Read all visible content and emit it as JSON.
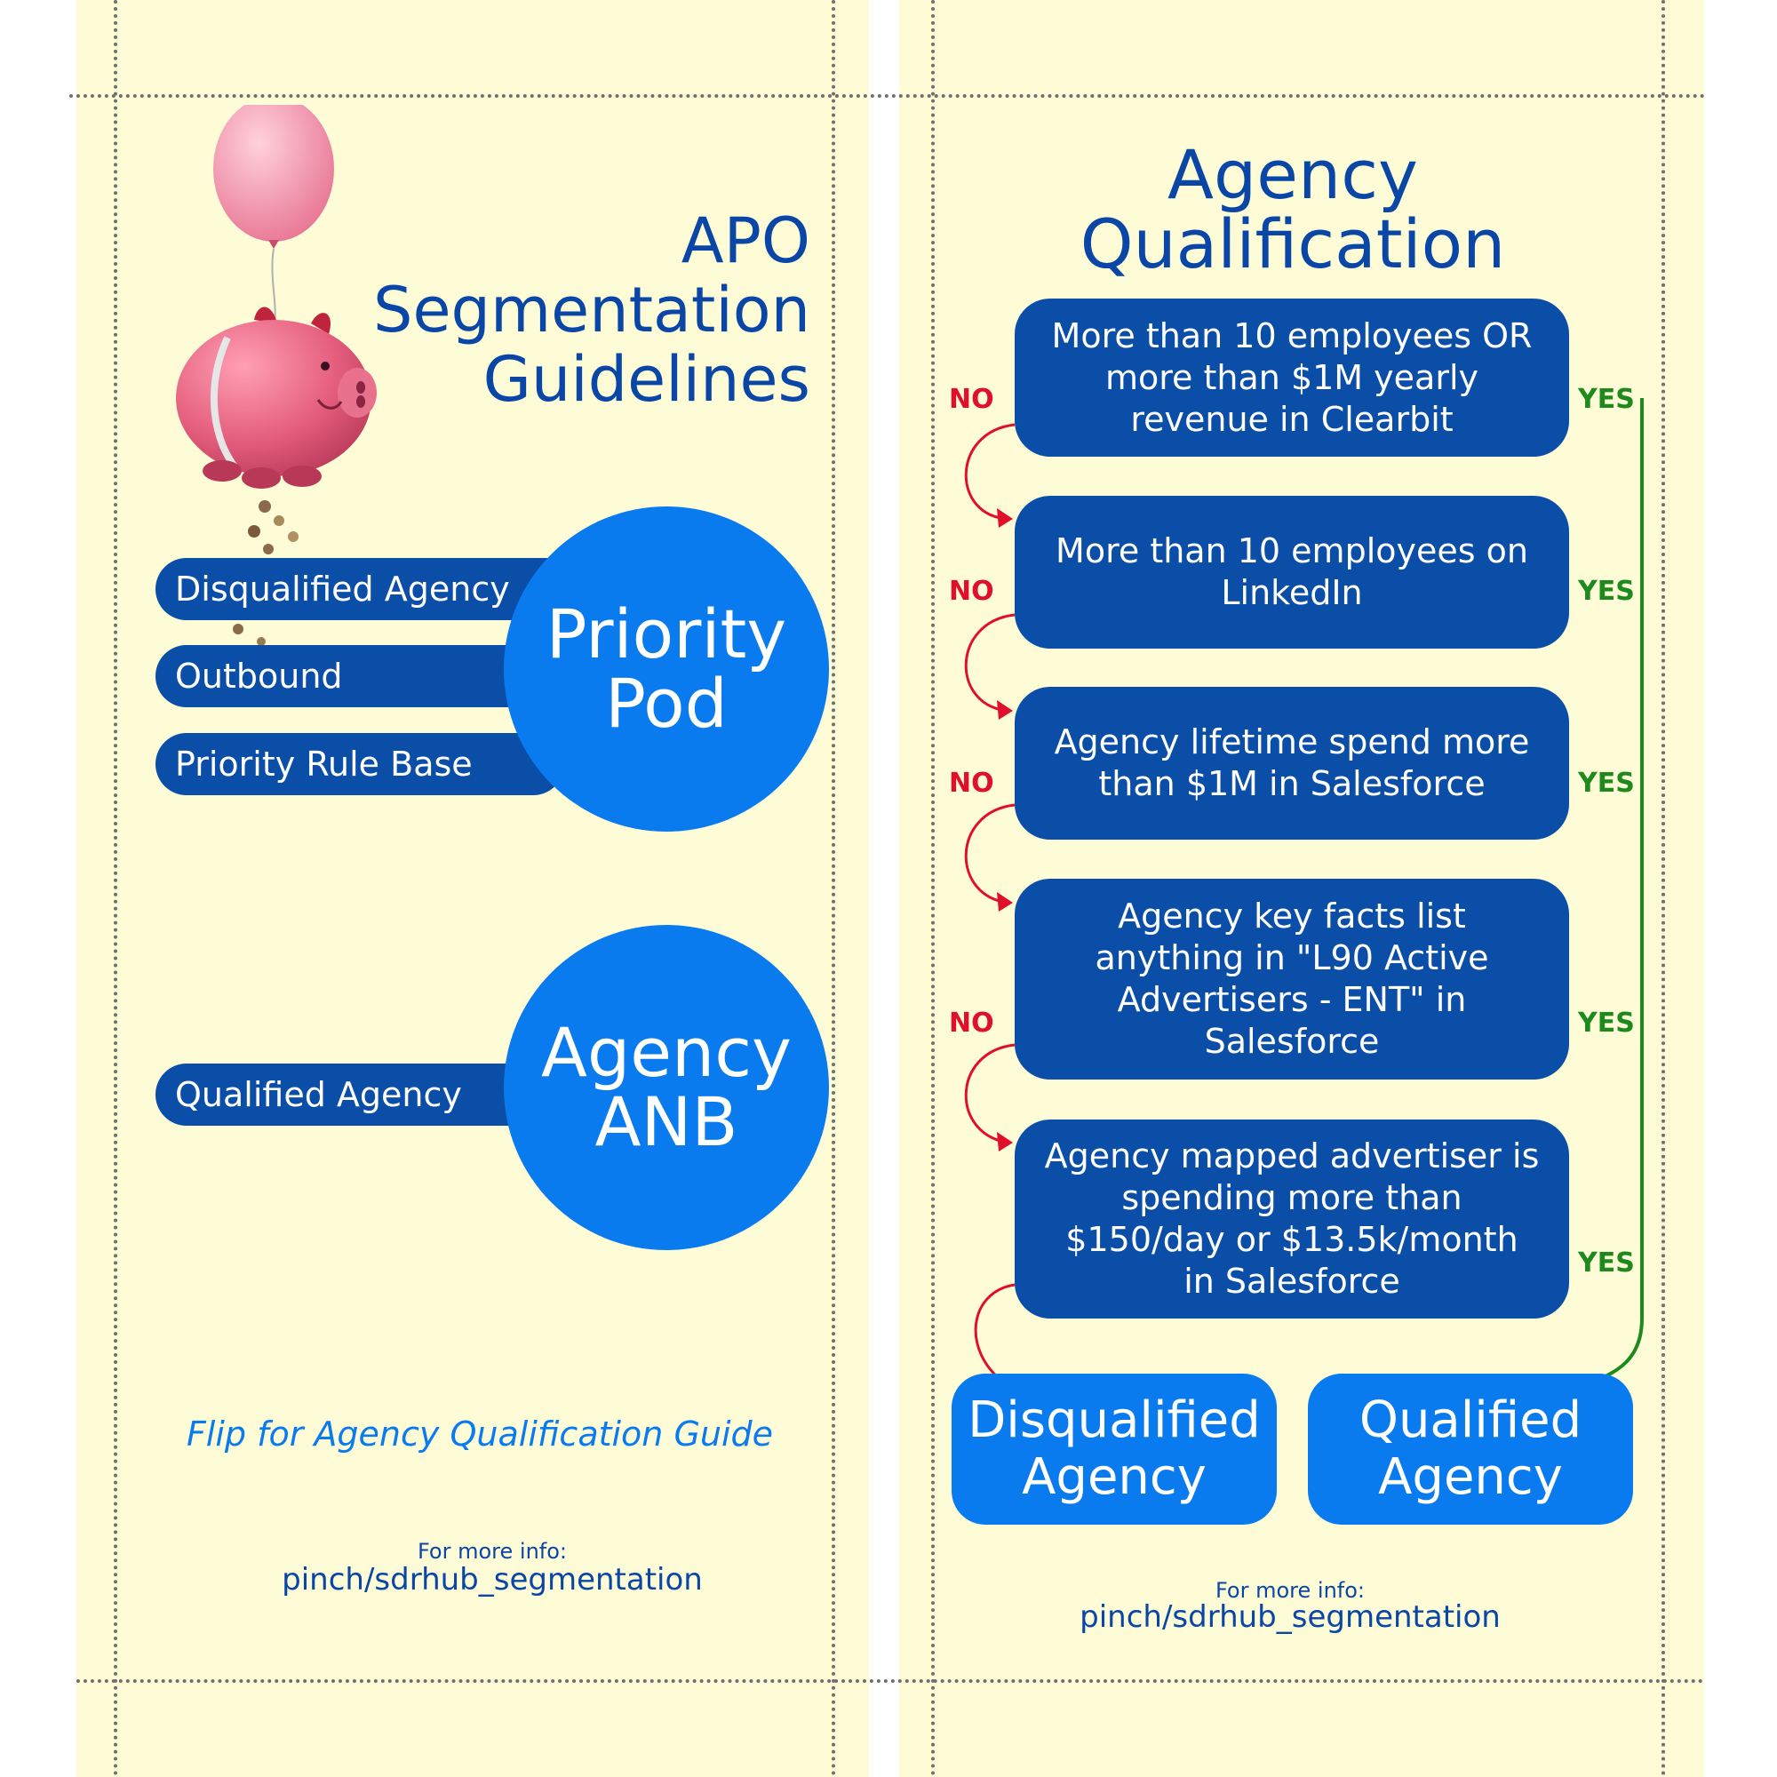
{
  "left_panel": {
    "title_lines": [
      "APO",
      "Segmentation",
      "Guidelines"
    ],
    "priority_pod": {
      "circle_lines": [
        "Priority",
        "Pod"
      ],
      "pills": [
        "Disqualified Agency",
        "Outbound",
        "Priority Rule Base"
      ]
    },
    "agency_anb": {
      "circle_lines": [
        "Agency",
        "ANB"
      ],
      "pills": [
        "Qualified Agency"
      ]
    },
    "flip_note": "Flip for Agency Qualification Guide",
    "more_info_label": "For more info:",
    "more_info_link": "pinch/sdrhub_segmentation"
  },
  "right_panel": {
    "title_lines": [
      "Agency",
      "Qualification"
    ],
    "criteria": [
      {
        "lines": [
          "More than 10 employees OR",
          "more than $1M yearly",
          "revenue in Clearbit"
        ],
        "no_label": "NO",
        "yes_label": "YES"
      },
      {
        "lines": [
          "More than 10 employees on",
          "LinkedIn"
        ],
        "no_label": "NO",
        "yes_label": "YES"
      },
      {
        "lines": [
          "Agency lifetime spend more",
          "than $1M in Salesforce"
        ],
        "no_label": "NO",
        "yes_label": "YES"
      },
      {
        "lines": [
          "Agency key facts list",
          "anything in \"L90 Active",
          "Advertisers - ENT\" in",
          "Salesforce"
        ],
        "no_label": "NO",
        "yes_label": "YES"
      },
      {
        "lines": [
          "Agency mapped advertiser is",
          "spending more than",
          "$150/day or $13.5k/month",
          "in Salesforce"
        ],
        "yes_label": "YES"
      }
    ],
    "outcomes": {
      "disqualified_lines": [
        "Disqualified",
        "Agency"
      ],
      "qualified_lines": [
        "Qualified",
        "Agency"
      ]
    },
    "more_info_label": "For more info:",
    "more_info_link": "pinch/sdrhub_segmentation"
  },
  "colors": {
    "background": "#fdfcd7",
    "dark_blue": "#0a46a6",
    "box_blue": "#0a4ea8",
    "bright_blue": "#0a7bef",
    "no_red": "#e0102a",
    "yes_green": "#1e8a1e"
  },
  "illustration": "piggy-bank-with-balloon-icon"
}
